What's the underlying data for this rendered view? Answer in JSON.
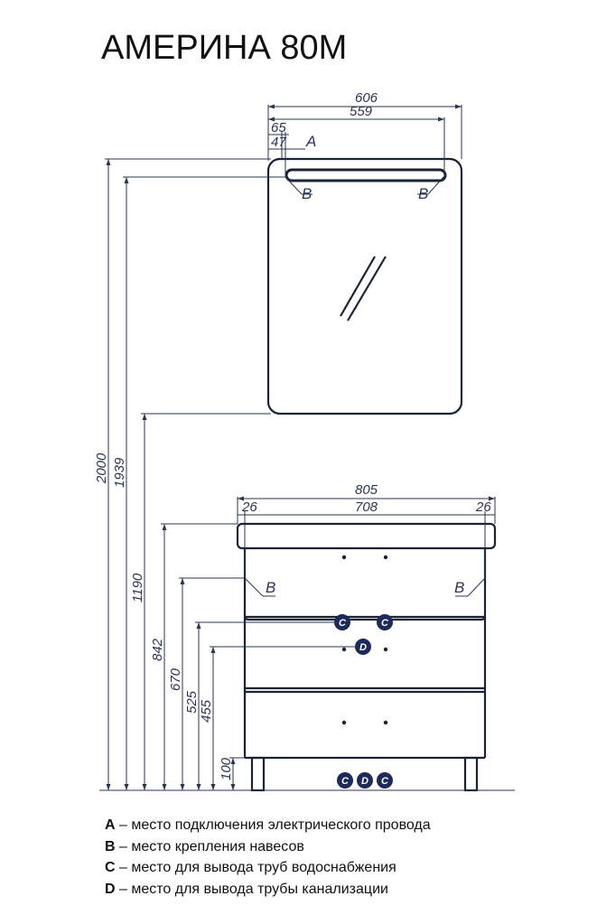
{
  "title": "АМЕРИНА 80М",
  "dimensions": {
    "mirror_width": "606",
    "mirror_inner": "559",
    "mirror_offset_65": "65",
    "mirror_offset_47": "47",
    "height_2000": "2000",
    "height_1939": "1939",
    "height_1190": "1190",
    "height_842": "842",
    "height_670": "670",
    "height_525": "525",
    "height_455": "455",
    "height_100": "100",
    "cabinet_width": "805",
    "cabinet_inner": "708",
    "cabinet_left_26": "26",
    "cabinet_right_26": "26"
  },
  "markers": {
    "a": "A",
    "b": "B",
    "c": "C",
    "d": "D"
  },
  "legend": [
    {
      "key": "A",
      "text": " – место подключения электрического провода"
    },
    {
      "key": "B",
      "text": " – место крепления навесов"
    },
    {
      "key": "C",
      "text": " – место для вывода труб водоснабжения"
    },
    {
      "key": "D",
      "text": " – место для вывода трубы канализации"
    }
  ],
  "colors": {
    "outline": "#1b2333",
    "dimension": "#2a3550",
    "badge": "#1f2a5c"
  }
}
